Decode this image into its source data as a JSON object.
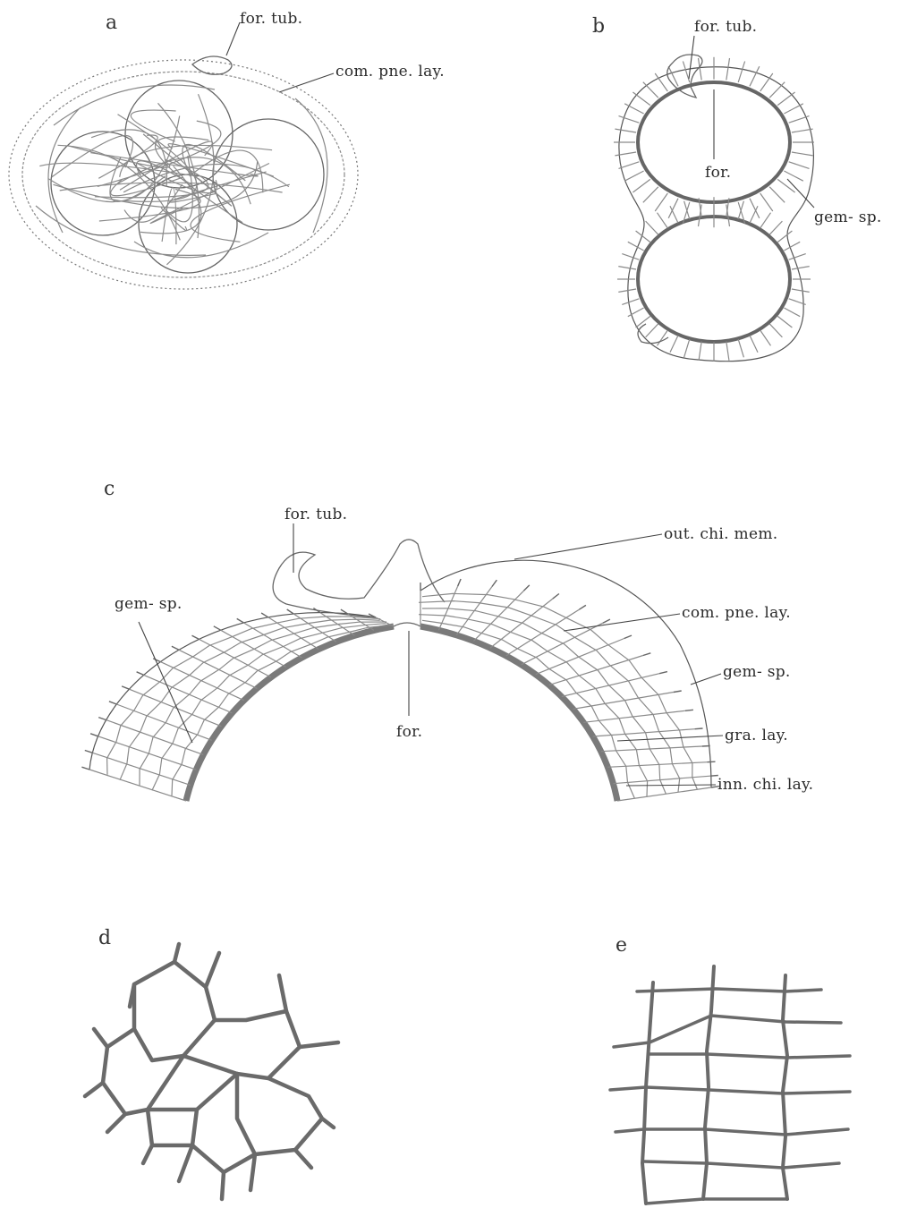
{
  "panels": {
    "a": {
      "letter": "a",
      "labels": {
        "for_tub": "for. tub.",
        "com_pne_lay": "com. pne. lay."
      }
    },
    "b": {
      "letter": "b",
      "labels": {
        "for_tub": "for. tub.",
        "for": "for.",
        "gem_sp": "gem- sp."
      }
    },
    "c": {
      "letter": "c",
      "labels": {
        "for_tub": "for. tub.",
        "out_chi_mem": "out. chi. mem.",
        "com_pne_lay": "com. pne. lay.",
        "gem_sp_left": "gem- sp.",
        "gem_sp_right": "gem- sp.",
        "for": "for.",
        "gra_lay": "gra. lay.",
        "inn_chi_lay": "inn. chi. lay."
      }
    },
    "d": {
      "letter": "d"
    },
    "e": {
      "letter": "e"
    }
  }
}
